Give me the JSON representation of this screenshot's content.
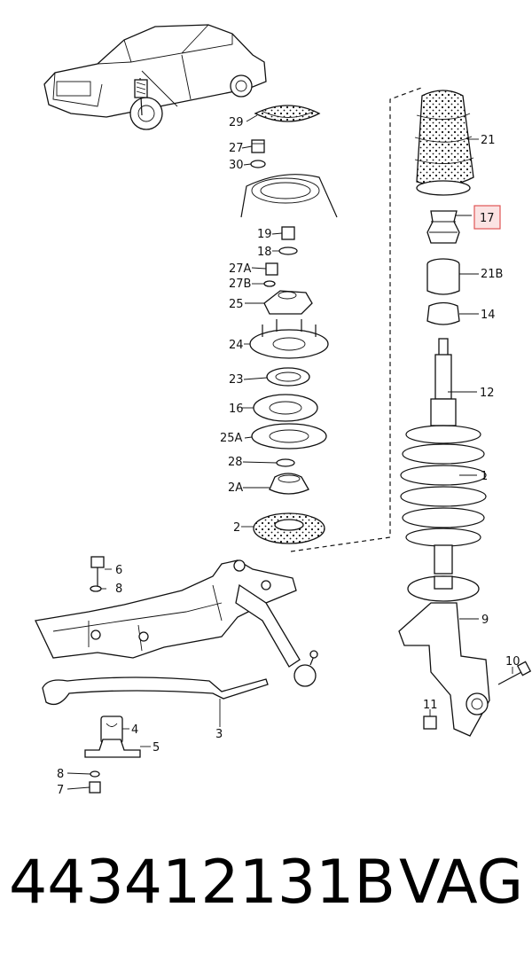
{
  "callouts": {
    "c29": "29",
    "c27": "27",
    "c30": "30",
    "c19": "19",
    "c18": "18",
    "c27A": "27A",
    "c27B": "27B",
    "c25": "25",
    "c24": "24",
    "c23": "23",
    "c16": "16",
    "c25A": "25A",
    "c28": "28",
    "c2A": "2A",
    "c2": "2",
    "c21": "21",
    "c17": "17",
    "c21B": "21B",
    "c14": "14",
    "c12": "12",
    "c1": "1",
    "c9": "9",
    "c10": "10",
    "c11": "11",
    "c6": "6",
    "c8a": "8",
    "c4": "4",
    "c5": "5",
    "c8b": "8",
    "c7": "7",
    "c3": "3"
  },
  "highlight": {
    "callout": "17",
    "color": "#e05555"
  },
  "footer": {
    "part_number": "443412131B",
    "brand": "VAG"
  }
}
